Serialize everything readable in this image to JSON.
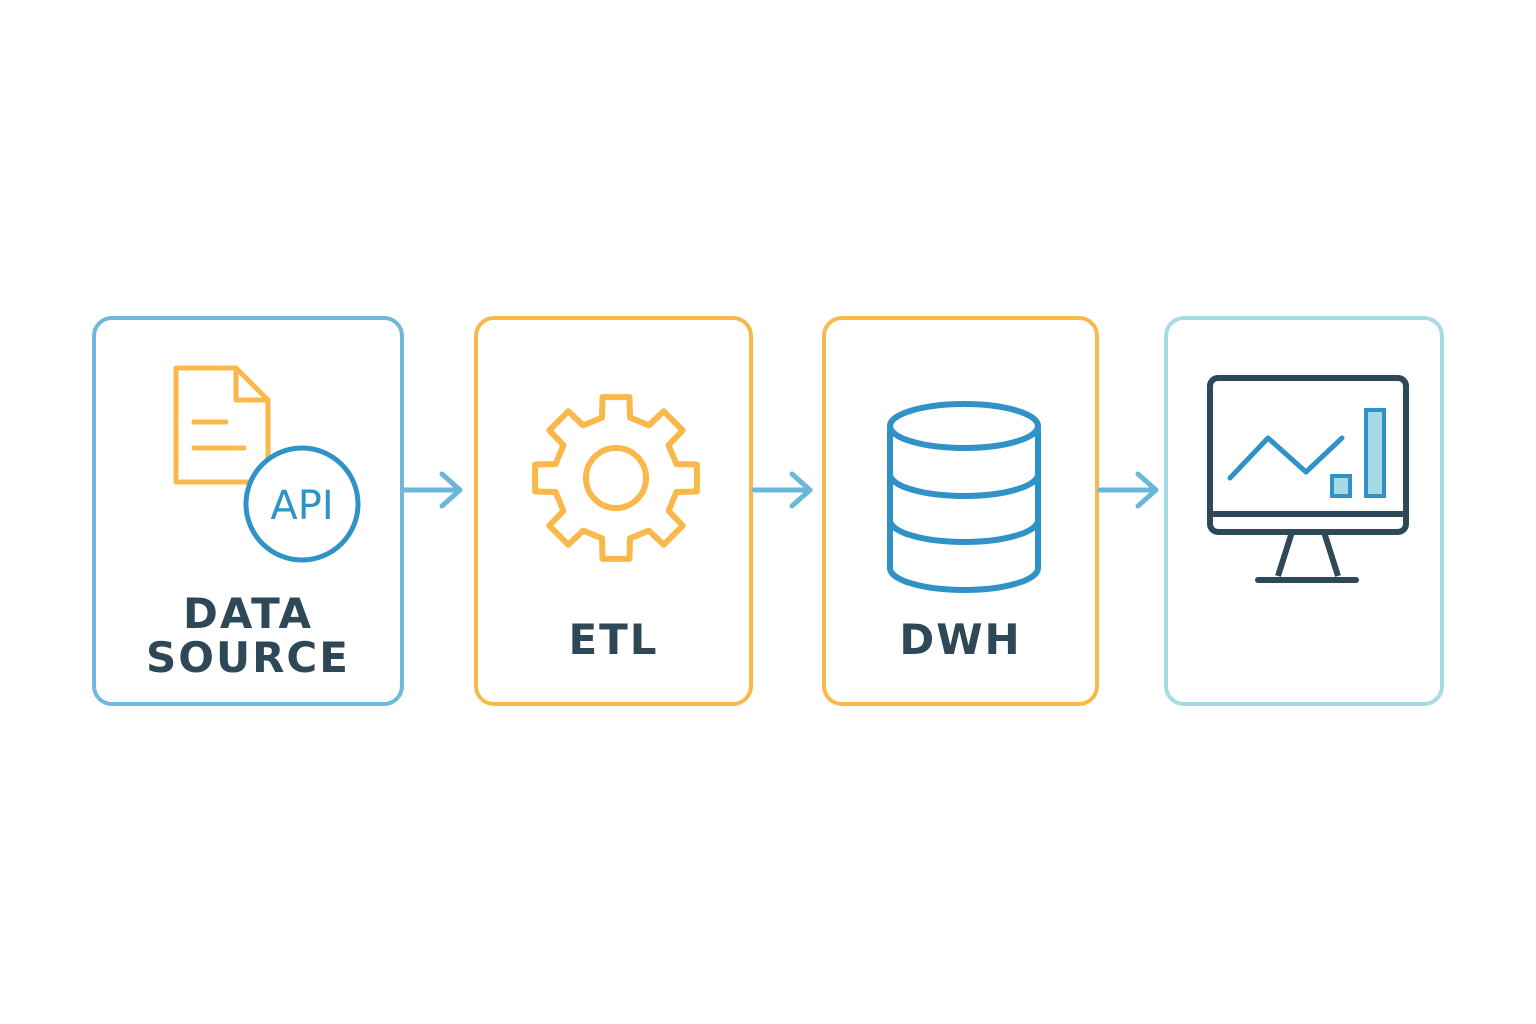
{
  "colors": {
    "blue": "#6fb8dc",
    "orange": "#f9b94a",
    "teal": "#a6dbe6",
    "icon_blue": "#2f93c8",
    "dark": "#2f4858",
    "arrow": "#6ab8d9"
  },
  "steps": [
    {
      "id": "data-source",
      "label_lines": [
        "DATA",
        "SOURCE"
      ],
      "icons": [
        "document-icon",
        "api-badge-icon"
      ],
      "badge_text": "API"
    },
    {
      "id": "etl",
      "label_lines": [
        "ETL"
      ],
      "icons": [
        "gear-icon"
      ]
    },
    {
      "id": "dwh",
      "label_lines": [
        "DWH"
      ],
      "icons": [
        "database-icon"
      ]
    },
    {
      "id": "dashboard",
      "label_lines": [],
      "icons": [
        "monitor-chart-icon"
      ]
    }
  ],
  "connectors": [
    {
      "from": "data-source",
      "to": "etl"
    },
    {
      "from": "etl",
      "to": "dwh"
    },
    {
      "from": "dwh",
      "to": "dashboard"
    }
  ]
}
